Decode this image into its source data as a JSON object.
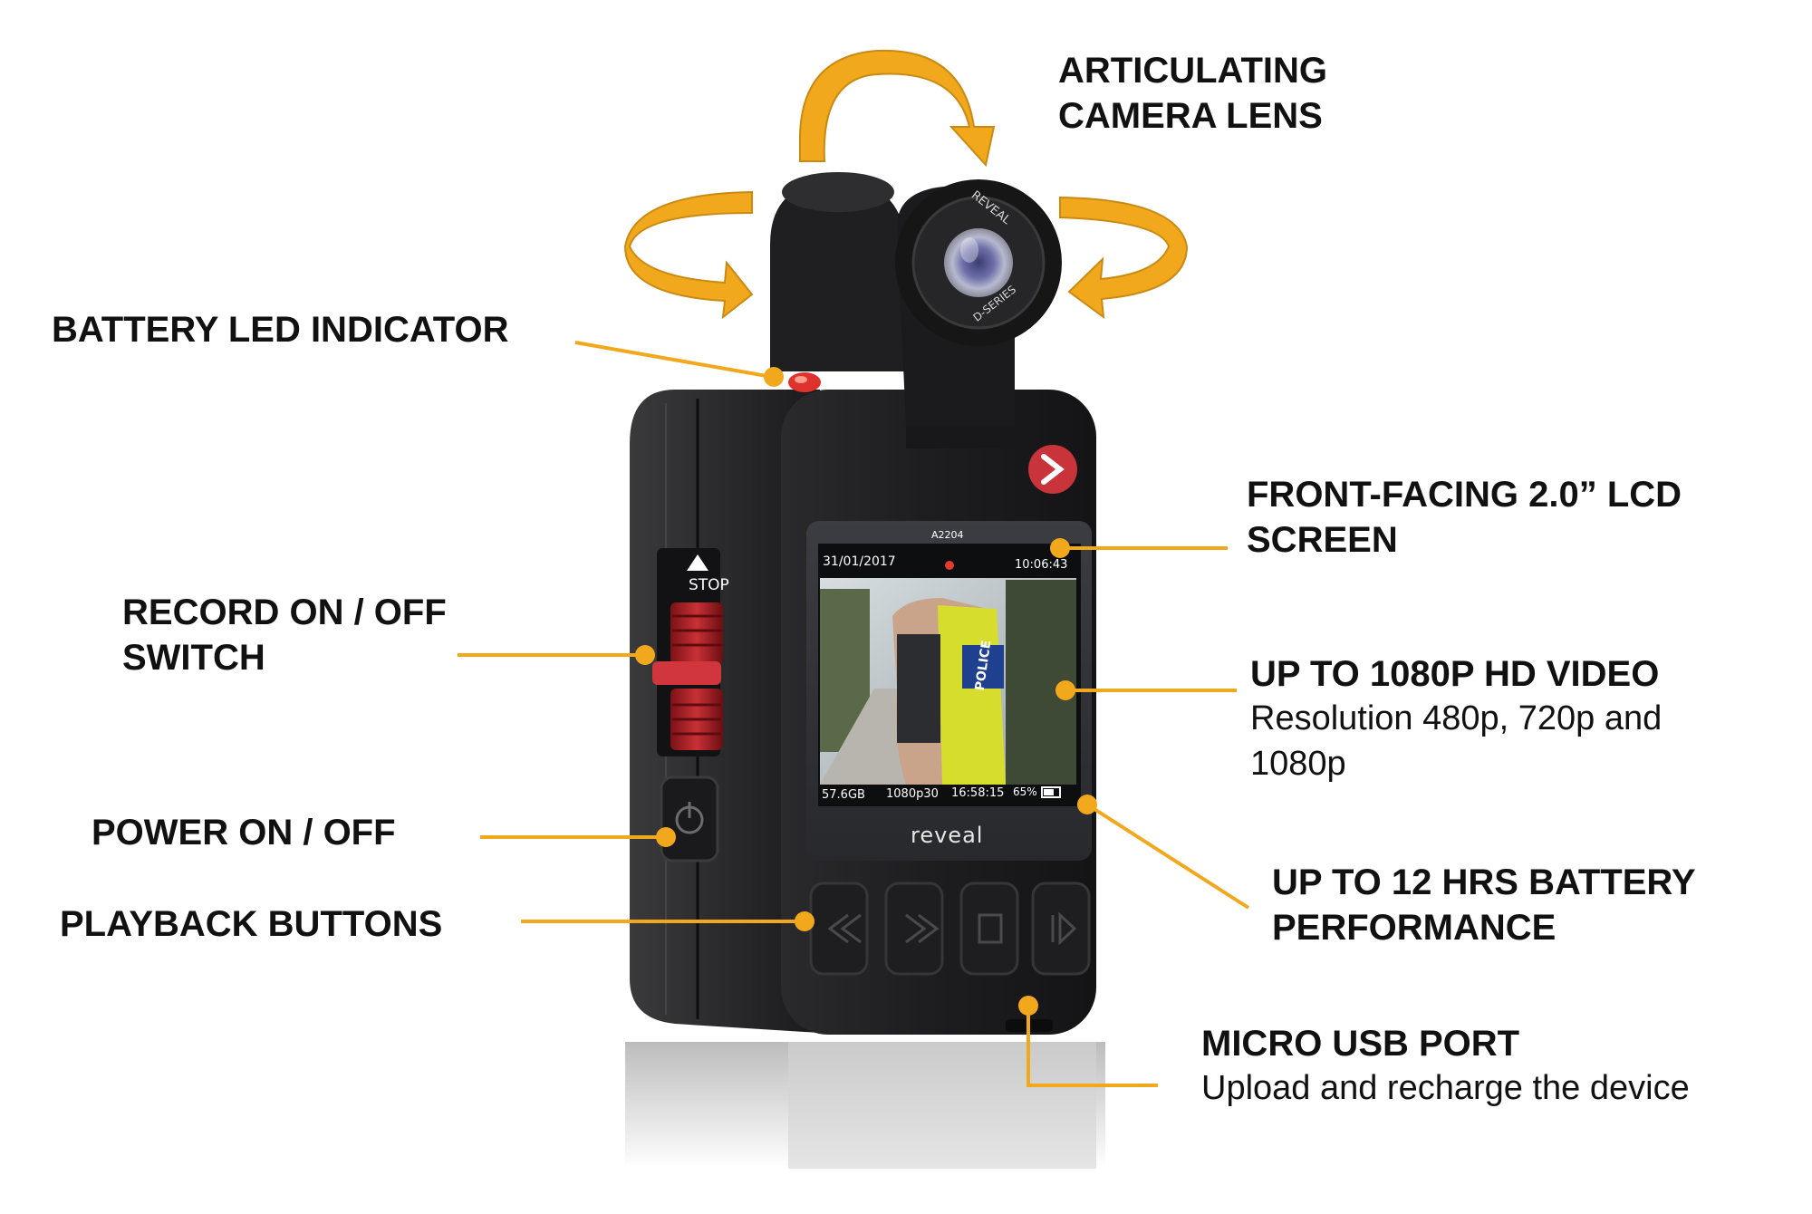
{
  "colors": {
    "accent": "#F2A81D",
    "body": "#1b1b1d",
    "switch_red": "#b5242a",
    "led_red": "#e0322c",
    "text": "#111111"
  },
  "callouts": {
    "lens": {
      "title_line1": "ARTICULATING",
      "title_line2": "CAMERA LENS"
    },
    "battery_led": {
      "title": "BATTERY LED INDICATOR"
    },
    "record_switch": {
      "title_line1": "RECORD ON / OFF",
      "title_line2": "SWITCH"
    },
    "power": {
      "title": "POWER ON / OFF"
    },
    "playback": {
      "title": "PLAYBACK BUTTONS"
    },
    "lcd": {
      "title_line1": "FRONT-FACING 2.0” LCD",
      "title_line2": "SCREEN"
    },
    "video": {
      "title": "UP TO 1080P HD VIDEO",
      "desc_line1": "Resolution 480p, 720p and",
      "desc_line2": "1080p"
    },
    "battery_perf": {
      "title_line1": "UP TO 12 HRS BATTERY",
      "title_line2": "PERFORMANCE"
    },
    "usb": {
      "title": "MICRO USB PORT",
      "desc": "Upload and recharge the device"
    }
  },
  "device": {
    "lens_ring_text_top": "REVEAL",
    "lens_ring_text_bottom": "D-SERIES",
    "switch_label": "STOP",
    "brand": "reveal",
    "screen": {
      "device_id": "A2204",
      "date": "31/01/2017",
      "clock": "10:06:43",
      "storage": "57.6GB",
      "resolution": "1080p30",
      "elapsed": "16:58:15",
      "battery": "65%",
      "vest_text": "POLICE"
    }
  }
}
